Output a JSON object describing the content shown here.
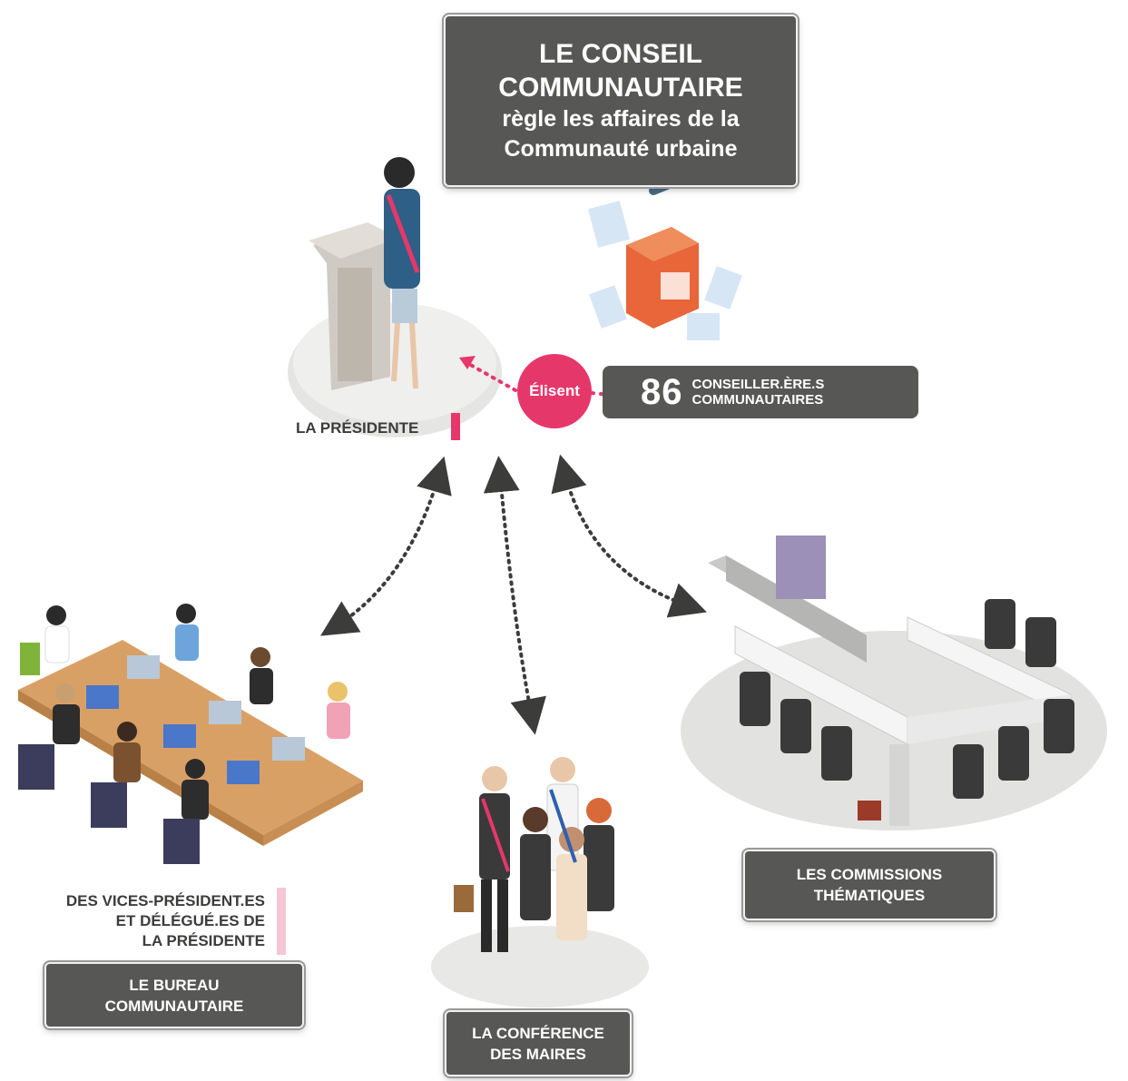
{
  "title": {
    "line1": "LE CONSEIL",
    "line2": "COMMUNAUTAIRE",
    "line3": "règle les affaires de la",
    "line4": "Communauté urbaine"
  },
  "elect": {
    "verb": "Élisent",
    "count": "86",
    "label_line1": "CONSEILLER.ÈRE.S",
    "label_line2": "COMMUNAUTAIRES"
  },
  "president_label": "LA PRÉSIDENTE",
  "vices_label": {
    "line1": "DES VICES-PRÉSIDENT.ES",
    "line2": "ET DÉLÉGUÉ.ES DE",
    "line3": "LA PRÉSIDENTE"
  },
  "bureau": {
    "line1": "LE BUREAU",
    "line2": "COMMUNAUTAIRE"
  },
  "maires": {
    "line1": "LA CONFÉRENCE",
    "line2": "DES MAIRES"
  },
  "commissions": {
    "line1": "LES COMMISSIONS",
    "line2": "THÉMATIQUES"
  },
  "colors": {
    "box_bg": "#575756",
    "accent_pink": "#e6376b",
    "text_dark": "#3c3c3b"
  }
}
